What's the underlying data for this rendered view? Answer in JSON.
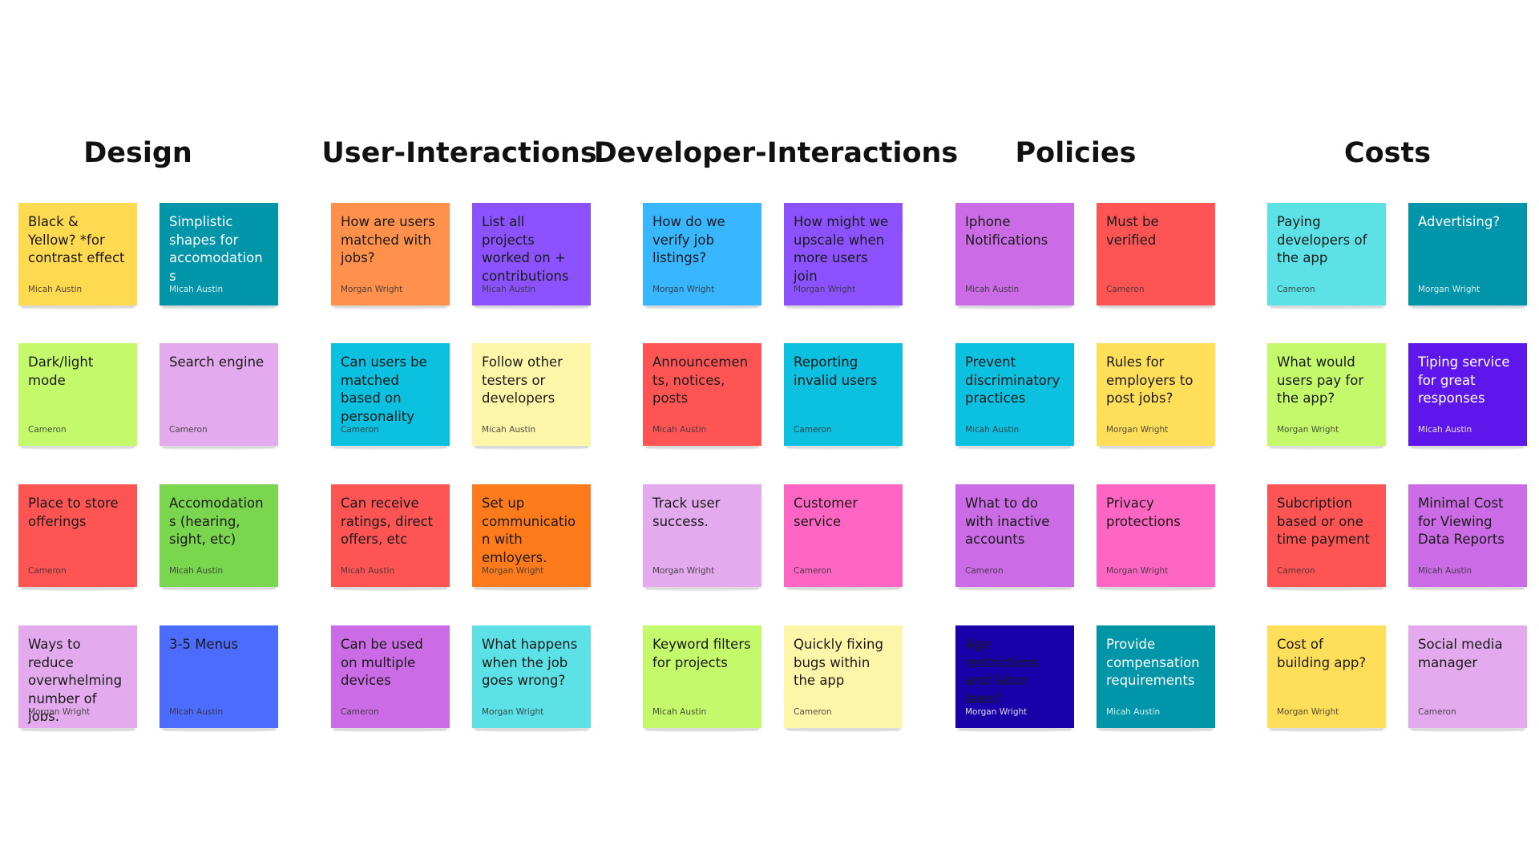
{
  "board": {
    "groups": [
      {
        "title": "Design",
        "notes": [
          {
            "text": "Black & Yellow? *for contrast effect",
            "author": "Micah Austin",
            "color": "#ffd94f"
          },
          {
            "text": "Simplistic shapes for accomodations",
            "author": "Micah Austin",
            "color": "#0095a8"
          },
          {
            "text": "Dark/light mode",
            "author": "Cameron",
            "color": "#c3f96b"
          },
          {
            "text": "Search engine",
            "author": "Cameron",
            "color": "#e3aaee"
          },
          {
            "text": "Place to store offerings",
            "author": "Cameron",
            "color": "#ff5454"
          },
          {
            "text": "Accomodations (hearing, sight, etc)",
            "author": "Micah Austin",
            "color": "#7ad64e"
          },
          {
            "text": "Ways to reduce overwhelming number of jobs.",
            "author": "Morgan Wright",
            "color": "#e3aaee"
          },
          {
            "text": "3-5 Menus",
            "author": "Micah Austin",
            "color": "#4c6bff"
          }
        ]
      },
      {
        "title": "User-Interactions",
        "notes": [
          {
            "text": "How are users matched with jobs?",
            "author": "Morgan Wright",
            "color": "#ff914d"
          },
          {
            "text": "List all projects worked on + contributions",
            "author": "Micah Austin",
            "color": "#8c52ff"
          },
          {
            "text": "Can users be matched based on personality",
            "author": "Cameron",
            "color": "#0cc0df"
          },
          {
            "text": "Follow other testers or developers",
            "author": "Micah Austin",
            "color": "#fdf6a8"
          },
          {
            "text": "Can receive ratings, direct offers, etc",
            "author": "Micah Austin",
            "color": "#ff5454"
          },
          {
            "text": "Set up communication with emloyers.",
            "author": "Morgan Wright",
            "color": "#ff7a1a"
          },
          {
            "text": "Can be used on multiple devices",
            "author": "Cameron",
            "color": "#cb6ce6"
          },
          {
            "text": "What happens when the job goes wrong?",
            "author": "Morgan Wright",
            "color": "#5ce1e6"
          }
        ]
      },
      {
        "title": "Developer-Interactions",
        "notes": [
          {
            "text": "How do we verify job listings?",
            "author": "Morgan Wright",
            "color": "#38b6ff"
          },
          {
            "text": "How might we upscale when more users join",
            "author": "Morgan Wright",
            "color": "#8c52ff"
          },
          {
            "text": "Announcements, notices, posts",
            "author": "Micah Austin",
            "color": "#ff5454"
          },
          {
            "text": "Reporting invalid users",
            "author": "Cameron",
            "color": "#0cc0df"
          },
          {
            "text": "Track user success.",
            "author": "Morgan Wright",
            "color": "#e3aaee"
          },
          {
            "text": "Customer service",
            "author": "Cameron",
            "color": "#ff66c4"
          },
          {
            "text": "Keyword filters for projects",
            "author": "Micah Austin",
            "color": "#c3f96b"
          },
          {
            "text": "Quickly fixing bugs within the app",
            "author": "Cameron",
            "color": "#fdf6a8"
          }
        ]
      },
      {
        "title": "Policies",
        "notes": [
          {
            "text": "Iphone Notifications",
            "author": "Micah Austin",
            "color": "#cb6ce6"
          },
          {
            "text": "Must be verified",
            "author": "Cameron",
            "color": "#ff5454"
          },
          {
            "text": "Prevent discriminatory practices",
            "author": "Micah Austin",
            "color": "#0cc0df"
          },
          {
            "text": "Rules for employers to post jobs?",
            "author": "Morgan Wright",
            "color": "#ffde59"
          },
          {
            "text": "What to do with inactive accounts",
            "author": "Cameron",
            "color": "#cb6ce6"
          },
          {
            "text": "Privacy protections",
            "author": "Morgan Wright",
            "color": "#ff66c4"
          },
          {
            "text": "Age restrictions and labor laws?",
            "author": "Morgan Wright",
            "color": "#1a00a8"
          },
          {
            "text": "Provide compensation requirements",
            "author": "Micah Austin",
            "color": "#0095a8"
          }
        ]
      },
      {
        "title": "Costs",
        "notes": [
          {
            "text": "Paying developers of the app",
            "author": "Cameron",
            "color": "#5ce1e6"
          },
          {
            "text": "Advertising?",
            "author": "Morgan Wright",
            "color": "#0095a8"
          },
          {
            "text": "What would users pay for the app?",
            "author": "Morgan Wright",
            "color": "#c3f96b"
          },
          {
            "text": "Tiping service for great responses",
            "author": "Micah Austin",
            "color": "#5e17eb"
          },
          {
            "text": "Subcription based or one time payment",
            "author": "Cameron",
            "color": "#ff5454"
          },
          {
            "text": "Minimal Cost for Viewing Data Reports",
            "author": "Micah Austin",
            "color": "#cb6ce6"
          },
          {
            "text": "Cost of building app?",
            "author": "Morgan Wright",
            "color": "#ffde59"
          },
          {
            "text": "Social media manager",
            "author": "Cameron",
            "color": "#e3aaee"
          }
        ]
      }
    ]
  }
}
